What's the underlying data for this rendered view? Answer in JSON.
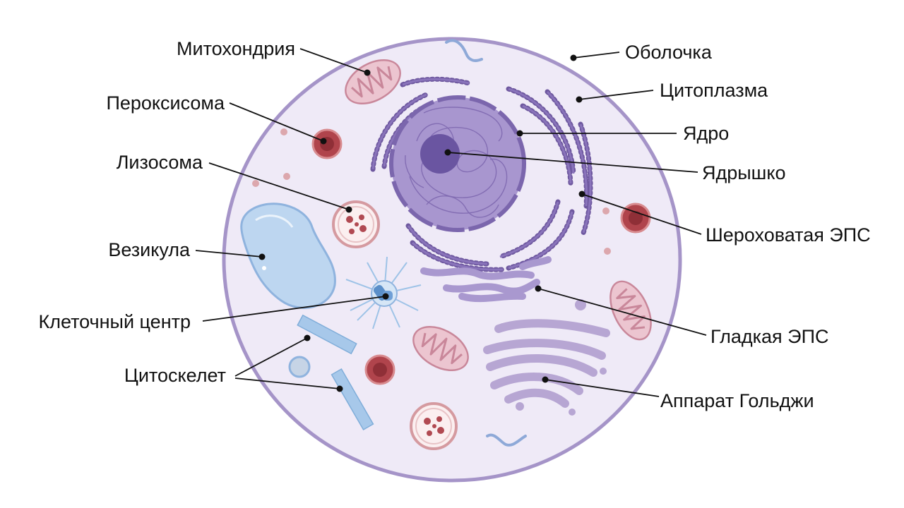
{
  "colors": {
    "cell_fill": "#efeaf7",
    "cell_stroke": "#a594c8",
    "organelle_purple": "#7b66ad",
    "nucleus_fill": "#a896cf",
    "nucleolus_fill": "#6a55a1",
    "mitochondria": "#d8a0b0",
    "peroxisome": "#a8434b",
    "lysosome_ring": "#d59aa0",
    "vesicle": "#b8d3ef",
    "cytoskeleton": "#8bb7df",
    "golgi": "#b7a6d3",
    "leader": "#111111"
  },
  "icons": [
    "mitochondria-icon",
    "peroxisome-icon",
    "lysosome-icon",
    "vesicle-icon",
    "centrosome-icon",
    "cytoskeleton-icon",
    "nucleus-icon",
    "rough-er-icon",
    "smooth-er-icon",
    "golgi-icon"
  ],
  "labels": {
    "mitochondria": "Митохондрия",
    "peroxisome": "Пероксисома",
    "lysosome": "Лизосома",
    "vesicle": "Везикула",
    "centrosome": "Клеточный центр",
    "cytoskeleton": "Цитоскелет",
    "membrane": "Оболочка",
    "cytoplasm": "Цитоплазма",
    "nucleus": "Ядро",
    "nucleolus": "Ядрышко",
    "rough_er": "Шероховатая ЭПС",
    "smooth_er": "Гладкая ЭПС",
    "golgi": "Аппарат Гольджи"
  }
}
